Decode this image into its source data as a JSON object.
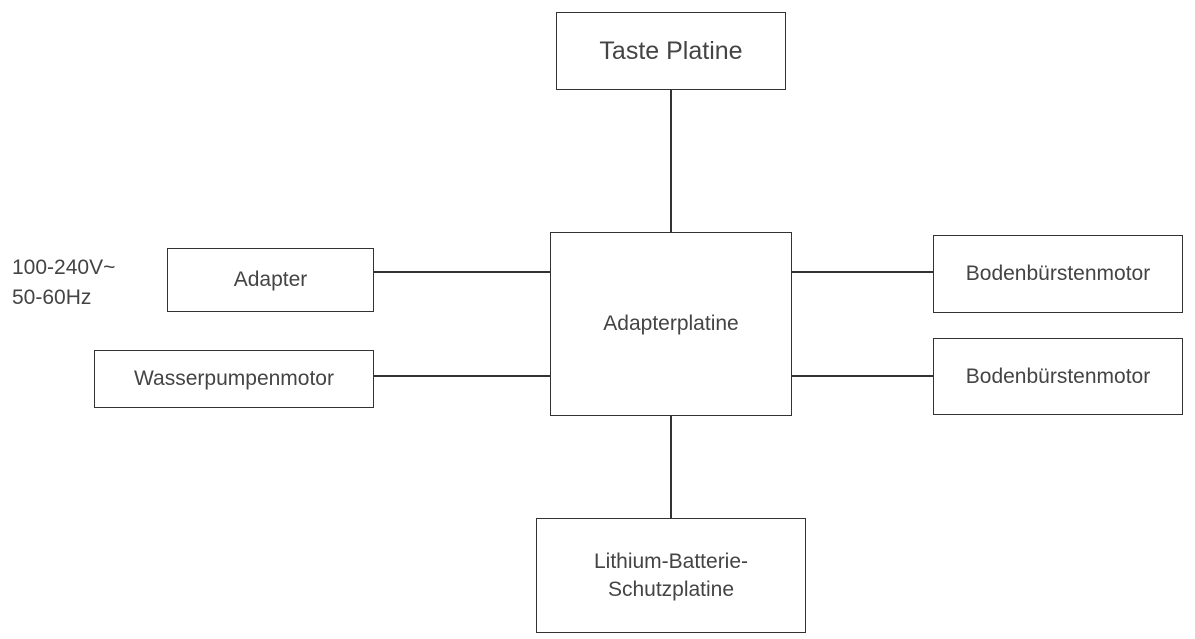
{
  "diagram": {
    "blocks": {
      "taste_platine": "Taste Platine",
      "adapter": "Adapter",
      "adapterplatine": "Adapterplatine",
      "wasserpumpenmotor": "Wasserpumpenmotor",
      "bodenbuerstenmotor_1": "Bodenbürstenmotor",
      "bodenbuerstenmotor_2": "Bodenbürstenmotor",
      "lithium_line1": "Lithium-Batterie-",
      "lithium_line2": "Schutzplatine"
    },
    "input_note": {
      "voltage": "100-240V~",
      "frequency": "50-60Hz"
    },
    "colors": {
      "line": "#333333",
      "text": "#444444",
      "background": "#ffffff"
    }
  }
}
